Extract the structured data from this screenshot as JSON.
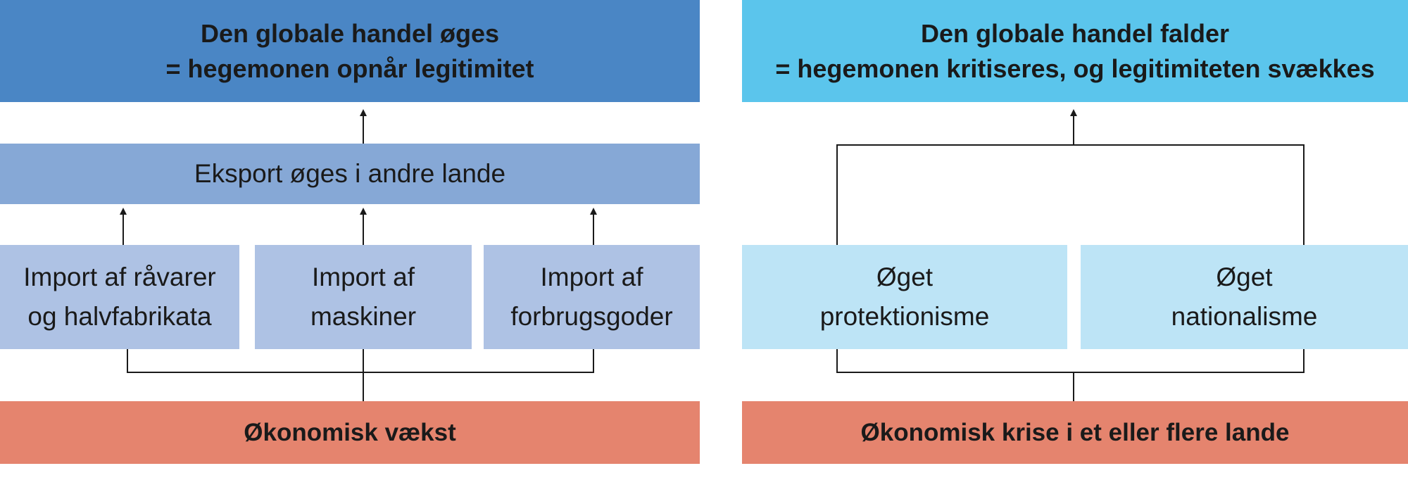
{
  "colors": {
    "left_title_bg": "#4A86C5",
    "left_mid_bg": "#86A8D6",
    "left_leaf_bg": "#AEC2E4",
    "right_title_bg": "#5BC5EC",
    "right_leaf_bg": "#BDE4F6",
    "bottom_bg": "#E5846E",
    "line": "#1a1a1a"
  },
  "left": {
    "top": {
      "line1": "Den globale handel øges",
      "line2": "= hegemonen opnår legitimitet"
    },
    "middle": "Eksport øges i andre lande",
    "leaves": [
      {
        "text": "Import af råvarer\nog halvfabrikata"
      },
      {
        "text": "Import af\nmaskiner"
      },
      {
        "text": "Import af\nforbrugsgoder"
      }
    ],
    "bottom": "Økonomisk vækst"
  },
  "right": {
    "top": {
      "line1": "Den globale handel falder",
      "line2": "= hegemonen kritiseres, og legitimiteten svækkes"
    },
    "leaves": [
      {
        "text": "Øget\nprotektionisme"
      },
      {
        "text": "Øget\nnationalisme"
      }
    ],
    "bottom": "Økonomisk krise i et eller flere lande"
  }
}
